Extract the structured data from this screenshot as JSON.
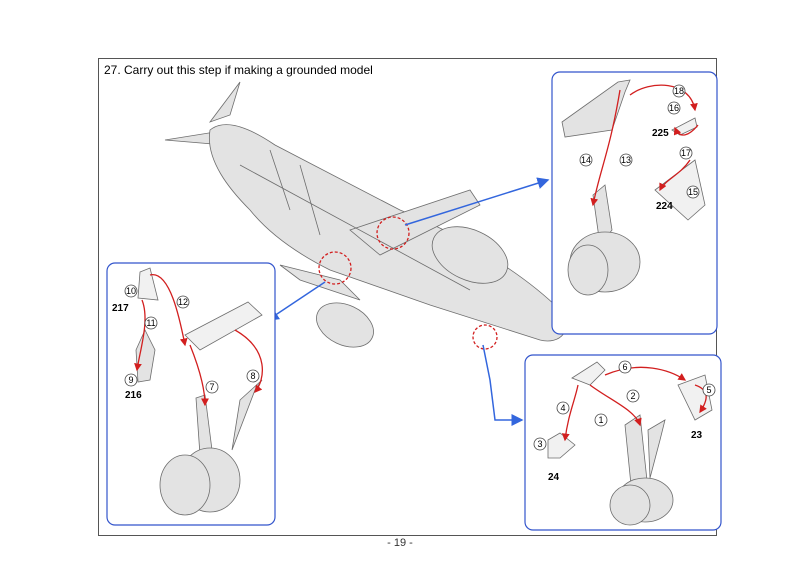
{
  "instruction": "27. Carry out this step if making a grounded model",
  "page_number": "- 19 -",
  "colors": {
    "callout_border": "#3355cc",
    "arrow": "#3366dd",
    "path": "#d21f1f",
    "part_fill": "#e3e3e3",
    "part_stroke": "#6d6d6d"
  },
  "panels": {
    "top_right": {
      "steps": [
        "18",
        "16",
        "17",
        "15",
        "14",
        "13"
      ],
      "parts": [
        "225",
        "224"
      ]
    },
    "left": {
      "steps": [
        "10",
        "11",
        "9",
        "12",
        "7",
        "8"
      ],
      "parts": [
        "217",
        "216"
      ]
    },
    "bottom_right": {
      "steps": [
        "6",
        "5",
        "2",
        "1",
        "4",
        "3"
      ],
      "parts": [
        "23",
        "24"
      ]
    }
  }
}
